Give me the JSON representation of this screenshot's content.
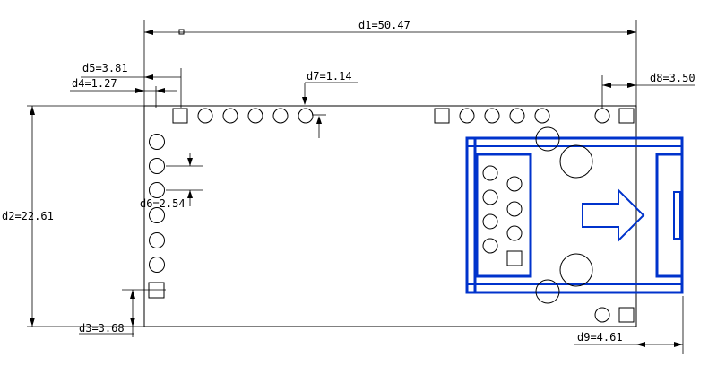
{
  "dimensions": {
    "d1": "d1=50.47",
    "d2": "d2=22.61",
    "d3": "d3=3.68",
    "d4": "d4=1.27",
    "d5": "d5=3.81",
    "d6": "d6=2.54",
    "d7": "d7=1.14",
    "d8": "d8=3.50",
    "d9": "d9=4.61"
  },
  "colors": {
    "outline": "#000000",
    "connector": "#0033cc"
  }
}
